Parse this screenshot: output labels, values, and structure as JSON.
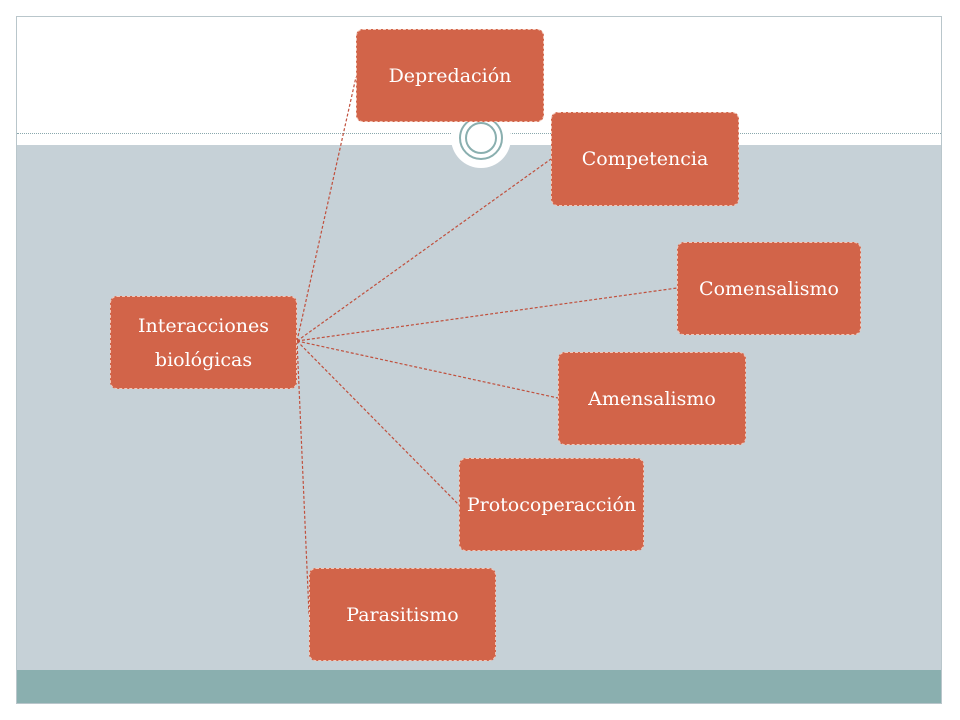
{
  "diagram": {
    "root": {
      "label_line1": "Interacciones",
      "label_line2": "biológicas"
    },
    "children": [
      {
        "label": "Depredación"
      },
      {
        "label": "Competencia"
      },
      {
        "label": "Comensalismo"
      },
      {
        "label": "Amensalismo"
      },
      {
        "label": "Protocoperacción"
      },
      {
        "label": "Parasitismo"
      }
    ]
  },
  "colors": {
    "node_fill": "#d26449",
    "connector": "#c0503d",
    "body_background": "#c6d1d7",
    "footer_band": "#8aafaf"
  }
}
